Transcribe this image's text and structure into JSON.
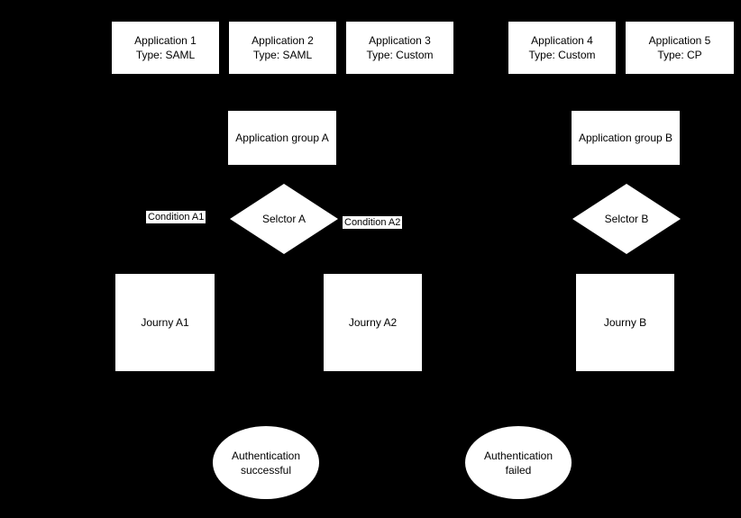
{
  "colors": {
    "background": "#000000",
    "node_fill": "#ffffff",
    "node_text": "#000000"
  },
  "applications": [
    {
      "name": "Application 1",
      "type": "Type: SAML"
    },
    {
      "name": "Application 2",
      "type": "Type: SAML"
    },
    {
      "name": "Application 3",
      "type": "Type: Custom"
    },
    {
      "name": "Application 4",
      "type": "Type: Custom"
    },
    {
      "name": "Application 5",
      "type": "Type: CP"
    }
  ],
  "groups": [
    {
      "label": "Application group A"
    },
    {
      "label": "Application group B"
    }
  ],
  "selectors": [
    {
      "label": "Selctor A"
    },
    {
      "label": "Selctor B"
    }
  ],
  "conditions": [
    {
      "label": "Condition A1"
    },
    {
      "label": "Condition A2"
    }
  ],
  "journeys": [
    {
      "label": "Journy A1"
    },
    {
      "label": "Journy A2"
    },
    {
      "label": "Journy B"
    }
  ],
  "outcomes": [
    {
      "line1": "Authentication",
      "line2": "successful"
    },
    {
      "line1": "Authentication",
      "line2": "failed"
    }
  ]
}
